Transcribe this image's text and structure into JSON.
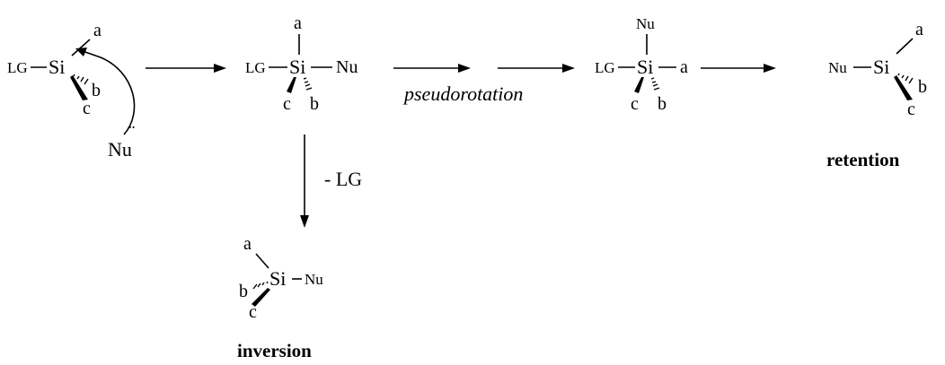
{
  "molecules": {
    "reactant": {
      "lg": "LG",
      "si": "Si",
      "a": "a",
      "b": "b",
      "c": "c",
      "nucleophile": "Nu",
      "lone_pair": "¨"
    },
    "intermediate_1": {
      "lg": "LG",
      "si": "Si",
      "nu": "Nu",
      "a": "a",
      "b": "b",
      "c": "c"
    },
    "intermediate_2": {
      "lg": "LG",
      "si": "Si",
      "nu": "Nu",
      "a": "a",
      "b": "b",
      "c": "c"
    },
    "retention_product": {
      "nu": "Nu",
      "si": "Si",
      "a": "a",
      "b": "b",
      "c": "c"
    },
    "inversion_product": {
      "nu": "Nu",
      "si": "Si",
      "a": "a",
      "b": "b",
      "c": "c"
    }
  },
  "labels": {
    "pseudorotation": "pseudorotation",
    "minus_lg": "- LG",
    "retention": "retention",
    "inversion": "inversion"
  },
  "colors": {
    "ink": "#000000",
    "background": "#ffffff"
  }
}
